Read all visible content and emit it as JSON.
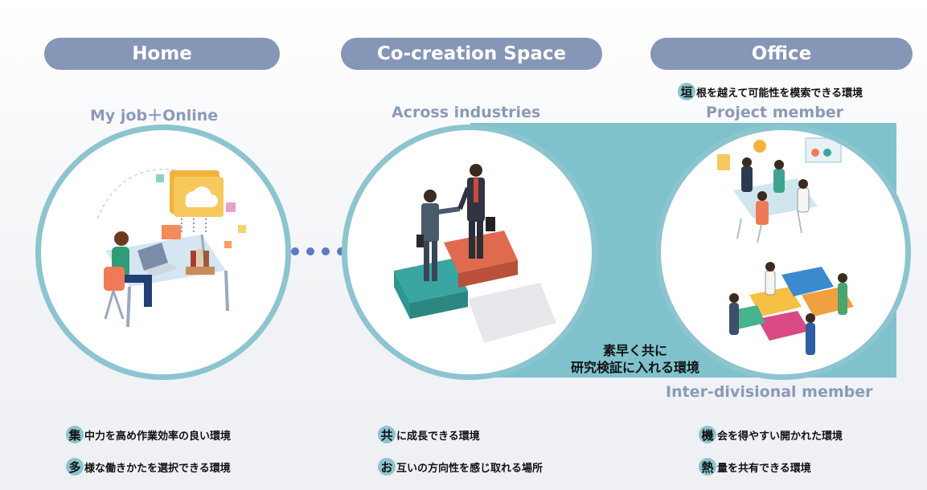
{
  "columns": [
    {
      "header": "Home",
      "subtitle": "My job＋Online",
      "bullets": [
        {
          "first": "集",
          "rest": "中力を高め作業効率の良い環境"
        },
        {
          "first": "多",
          "rest": "様な働きかたを選択できる環境"
        }
      ]
    },
    {
      "header": "Co-creation Space",
      "subtitle": "Across industries",
      "bullets": [
        {
          "first": "共",
          "rest": "に成長できる環境"
        },
        {
          "first": "お",
          "rest": "互いの方向性を感じ取れる場所"
        }
      ]
    },
    {
      "header": "Office",
      "subtitle": "Project member",
      "subtitle2": "Inter-divisional member",
      "note": {
        "first": "垣",
        "rest": "根を越えて可能性を模索できる環境"
      },
      "bullets": [
        {
          "first": "機",
          "rest": "会を得やすい開かれた環境"
        },
        {
          "first": "熱",
          "rest": "量を共有できる環境"
        }
      ]
    }
  ],
  "overlay": {
    "line1": "素早く共に",
    "line2": "研究検証に入れる環境"
  },
  "colors": {
    "pill": "#8596b6",
    "subtitle": "#8b9ab9",
    "teal": "#7fc2cc",
    "ring": "#8cc4cf",
    "dots": "#5b79c4"
  }
}
